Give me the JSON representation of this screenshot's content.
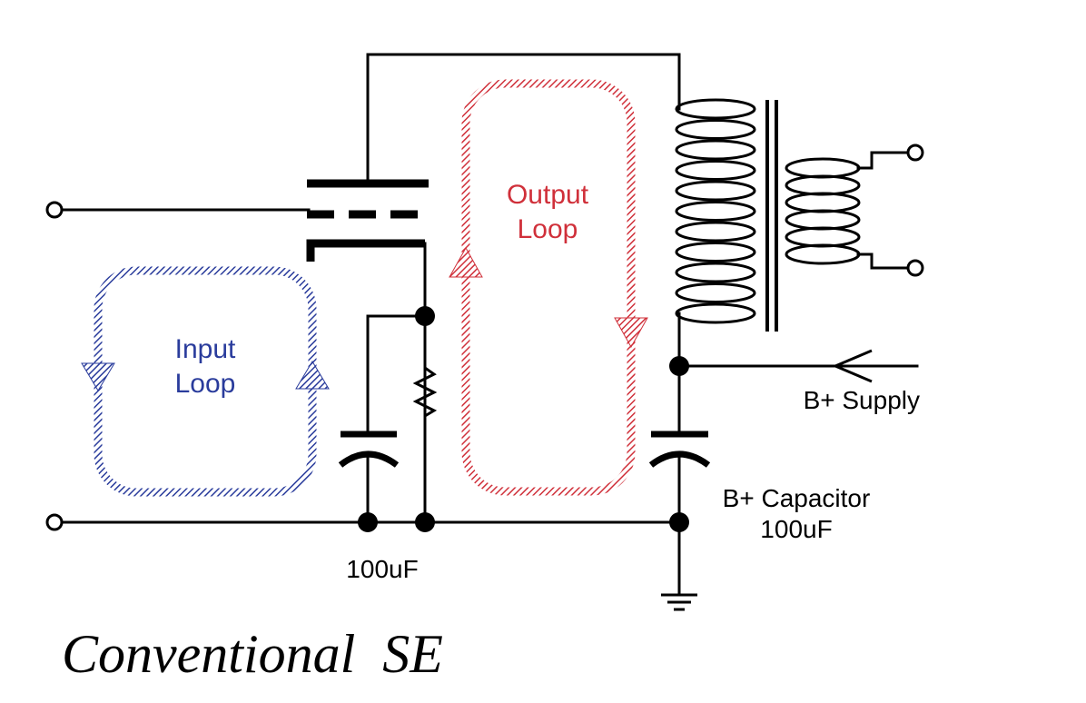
{
  "colors": {
    "wire": "#000000",
    "input_loop": "#2a3c9c",
    "output_loop": "#d0303a",
    "background": "#ffffff"
  },
  "labels": {
    "input_loop": [
      "Input",
      "Loop"
    ],
    "output_loop": [
      "Output",
      "Loop"
    ],
    "b_plus_supply": "B+ Supply",
    "b_plus_capacitor": [
      "B+ Capacitor",
      "100uF"
    ],
    "cathode_cap": "100uF",
    "title": "Conventional  SE"
  },
  "icons": {
    "ground": "ground-icon",
    "terminal": "terminal-icon",
    "junction": "junction-dot-icon"
  }
}
